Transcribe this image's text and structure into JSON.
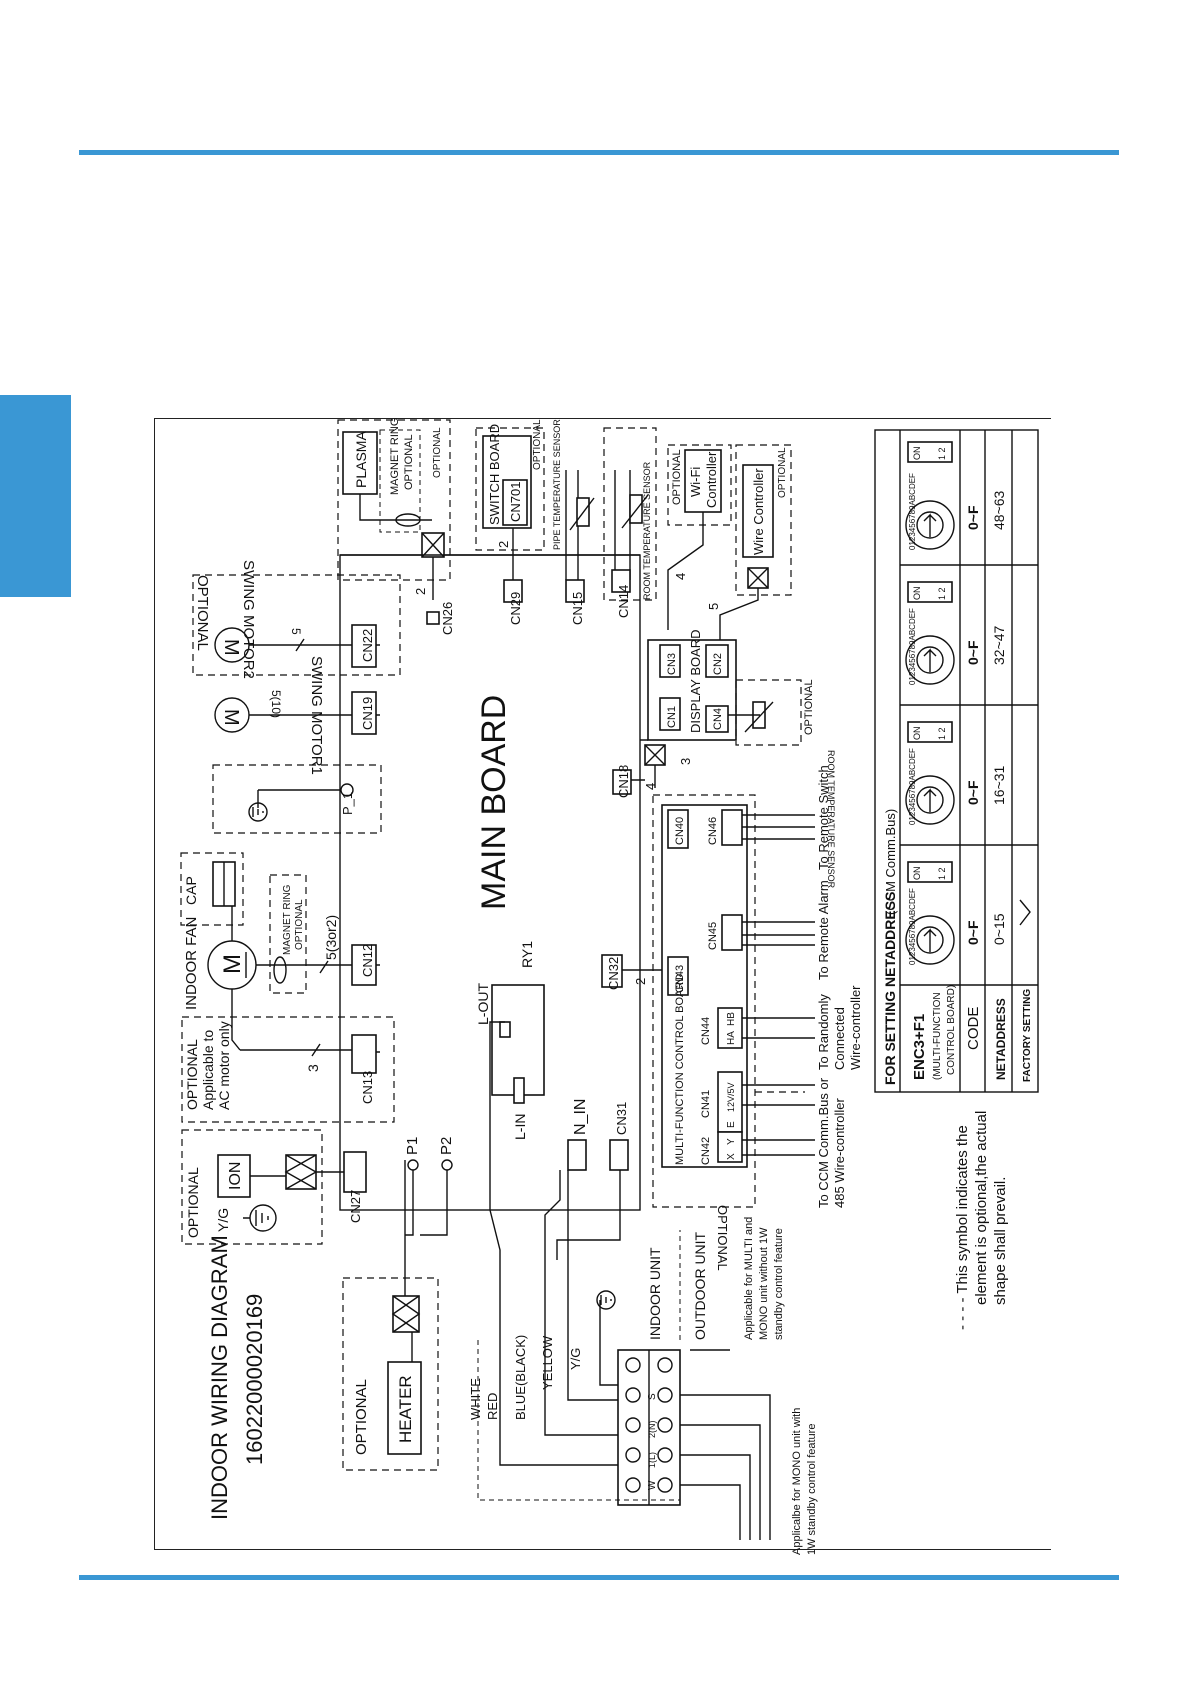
{
  "title": "INDOOR WIRING DIAGRAM",
  "part_number": "16022000020169",
  "main_board": "MAIN BOARD",
  "optional": "OPTIONAL",
  "heater": "HEATER",
  "ion": "ION",
  "yg": "Y/G",
  "plasma": "PLASMA",
  "magnet_ring": "MAGNET RING",
  "switch_board": "SWITCH BOARD",
  "cn701": "CN701",
  "pipe_sensor": "PIPE TEMPERATURE SENSOR",
  "room_sensor": "ROOM TEMPERATURE SENSOR",
  "wifi": "Wi-Fi",
  "controller": "Controller",
  "wire_controller": "Wire Controller",
  "display_board": "DISPLAY BOARD",
  "ac_motor_note": [
    "Applicable to",
    "AC motor only"
  ],
  "indoor_fan": "INDOOR FAN",
  "cap": "CAP",
  "swing_motor1": "SWING MOTOR1",
  "swing_motor2": "SWING MOTOR2",
  "motor_letter": "M",
  "ry1": "RY1",
  "l_out": "L-OUT",
  "l_in": "L-IN",
  "n_in": "N_IN",
  "p1_label": "P_1",
  "p1": "P1",
  "p2": "P2",
  "wires": {
    "count_3": "3",
    "count_5_3or2": "5(3or2)",
    "count_5_10": "5(10)",
    "count_5": "5",
    "count_2": "2",
    "count_4": "4"
  },
  "connectors": {
    "cn27": "CN27",
    "cn13": "CN13",
    "cn12": "CN12",
    "cn19": "CN19",
    "cn22": "CN22",
    "cn26": "CN26",
    "cn29": "CN29",
    "cn15": "CN15",
    "cn14": "CN14",
    "cn18": "CN18",
    "cn32": "CN32",
    "cn31": "CN31",
    "cn1": "CN1",
    "cn4": "CN4",
    "cn3": "CN3",
    "cn2": "CN2",
    "cn40": "CN40",
    "cn46": "CN46",
    "cn43": "CN43",
    "cn45": "CN45",
    "cn44": "CN44",
    "cn41": "CN41",
    "cn42": "CN42"
  },
  "mfcb": {
    "title": "MULTI-FUNCTION CONTROL BOARD",
    "cn44_pins": [
      "HA",
      "HB"
    ],
    "cn41_pins": [
      "E",
      "12V/5V"
    ],
    "cn42_pins": [
      "X",
      "Y"
    ]
  },
  "wire_colors": [
    "WHITE",
    "RED",
    "BLUE(BLACK)",
    "YELLOW",
    "Y/G"
  ],
  "terminal": {
    "pins": [
      "W",
      "1(L)",
      "2(N)",
      "S"
    ],
    "indoor": "INDOOR UNIT",
    "outdoor": "OUTDOOR UNIT"
  },
  "notes": {
    "multi": [
      "Applicable for MULTI and",
      "MONO unit without 1W",
      "standby control feature"
    ],
    "mono": [
      "Applicalbe for MONO unit with",
      "1W standby control feature"
    ],
    "ccm": [
      "To CCM Comm.Bus or",
      "485 Wire-controller"
    ],
    "random": [
      "To Randomly",
      "Connected",
      "Wire-controller"
    ],
    "remote_alarm": "To Remote Alarm",
    "remote_switch": "To Remote Switch",
    "symbol": [
      "- - - - This symbol indicates the",
      "element is optional,the actual",
      "shape shall prevail."
    ]
  },
  "netaddress": {
    "title": "FOR SETTING NETADDRESS",
    "title_sub": "(CCM Comm.Bus)",
    "board": "ENC3+F1",
    "board_sub": [
      "(MULTI-FUNCTION",
      "CONTROL BOARD)"
    ],
    "row_code": "CODE",
    "row_addr": "NETADDRESS",
    "row_factory": "FACTORY SETTING",
    "dial_digits": "0123456789ABCDEF",
    "switch_on": "ON",
    "switch_pins": "1 2",
    "columns": [
      {
        "code": "0~F",
        "address": "0~15",
        "factory": true
      },
      {
        "code": "0~F",
        "address": "16~31",
        "factory": false
      },
      {
        "code": "0~F",
        "address": "32~47",
        "factory": false
      },
      {
        "code": "0~F",
        "address": "48~63",
        "factory": false
      }
    ]
  }
}
